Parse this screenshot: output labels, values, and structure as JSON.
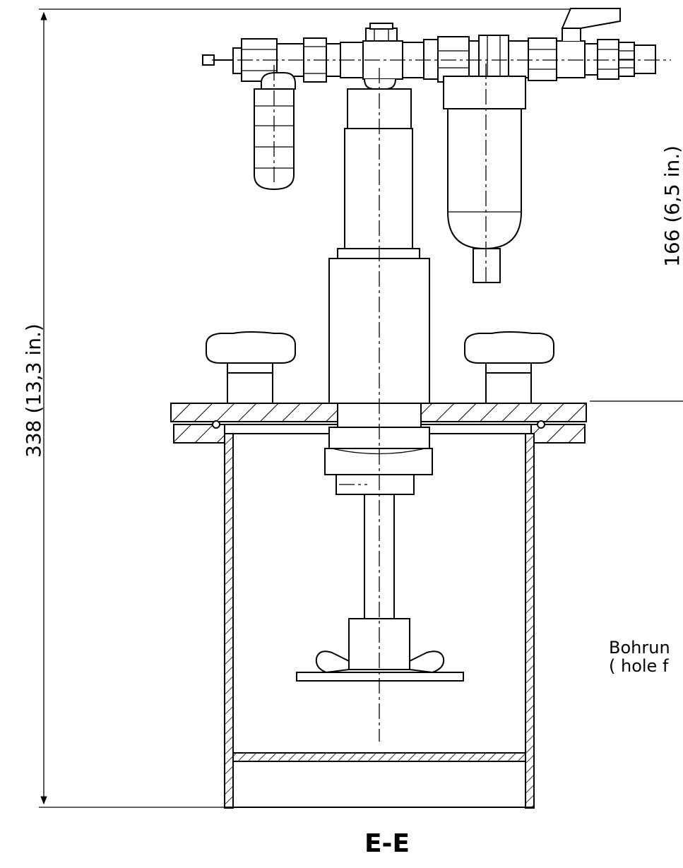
{
  "dimensions": {
    "overall_height": "338 (13,3 in.)",
    "upper_height": "166 (6,5 in.)"
  },
  "note": {
    "line1": "Bohrun",
    "line2": "( hole f"
  },
  "section_label": "E-E"
}
